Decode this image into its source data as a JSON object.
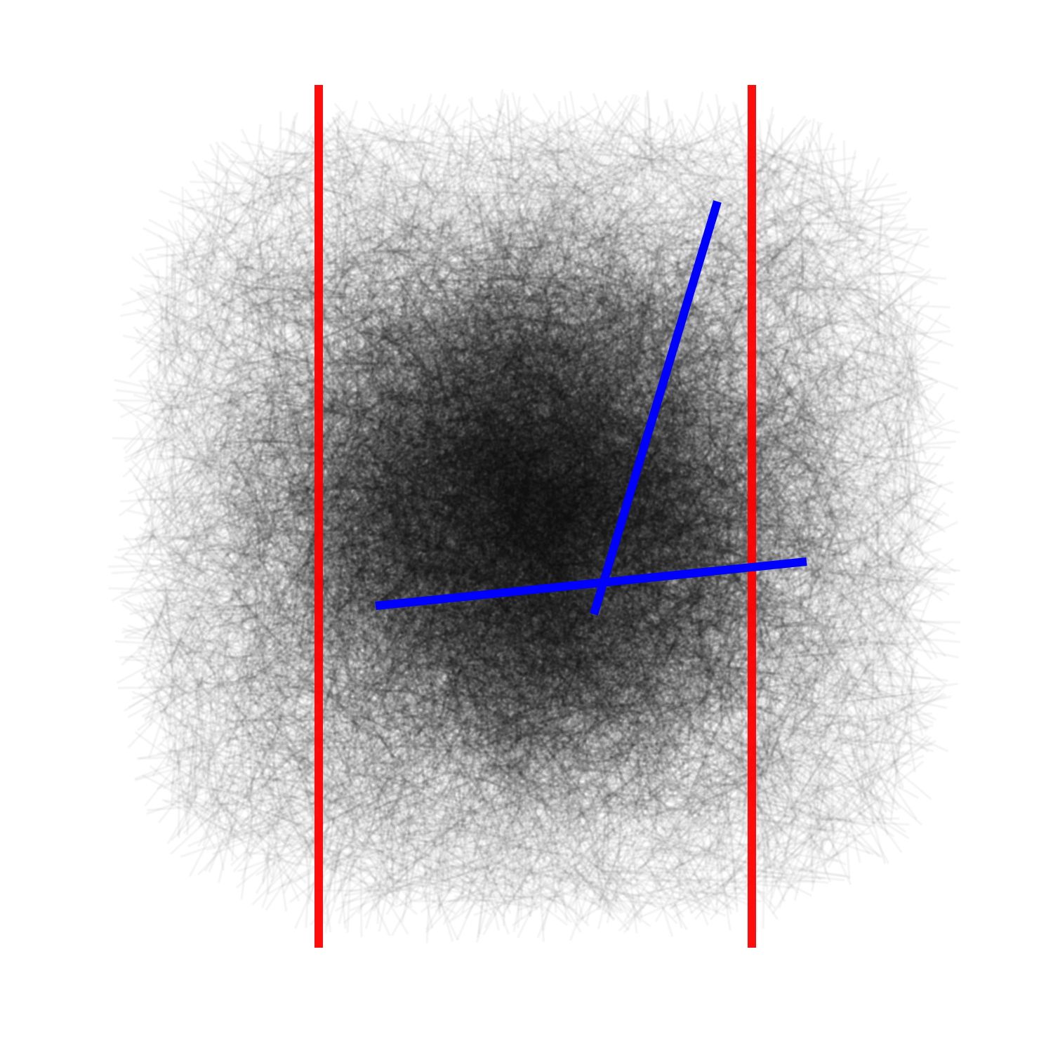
{
  "diagram": {
    "type": "buffon-needle-simulation",
    "parallel_line_count": 2,
    "highlighted_needle_count": 2,
    "colors": {
      "background": "#ffffff",
      "needles": "#000000",
      "parallel_lines": "#ff0000",
      "highlighted_needles": "#0000ff"
    }
  }
}
